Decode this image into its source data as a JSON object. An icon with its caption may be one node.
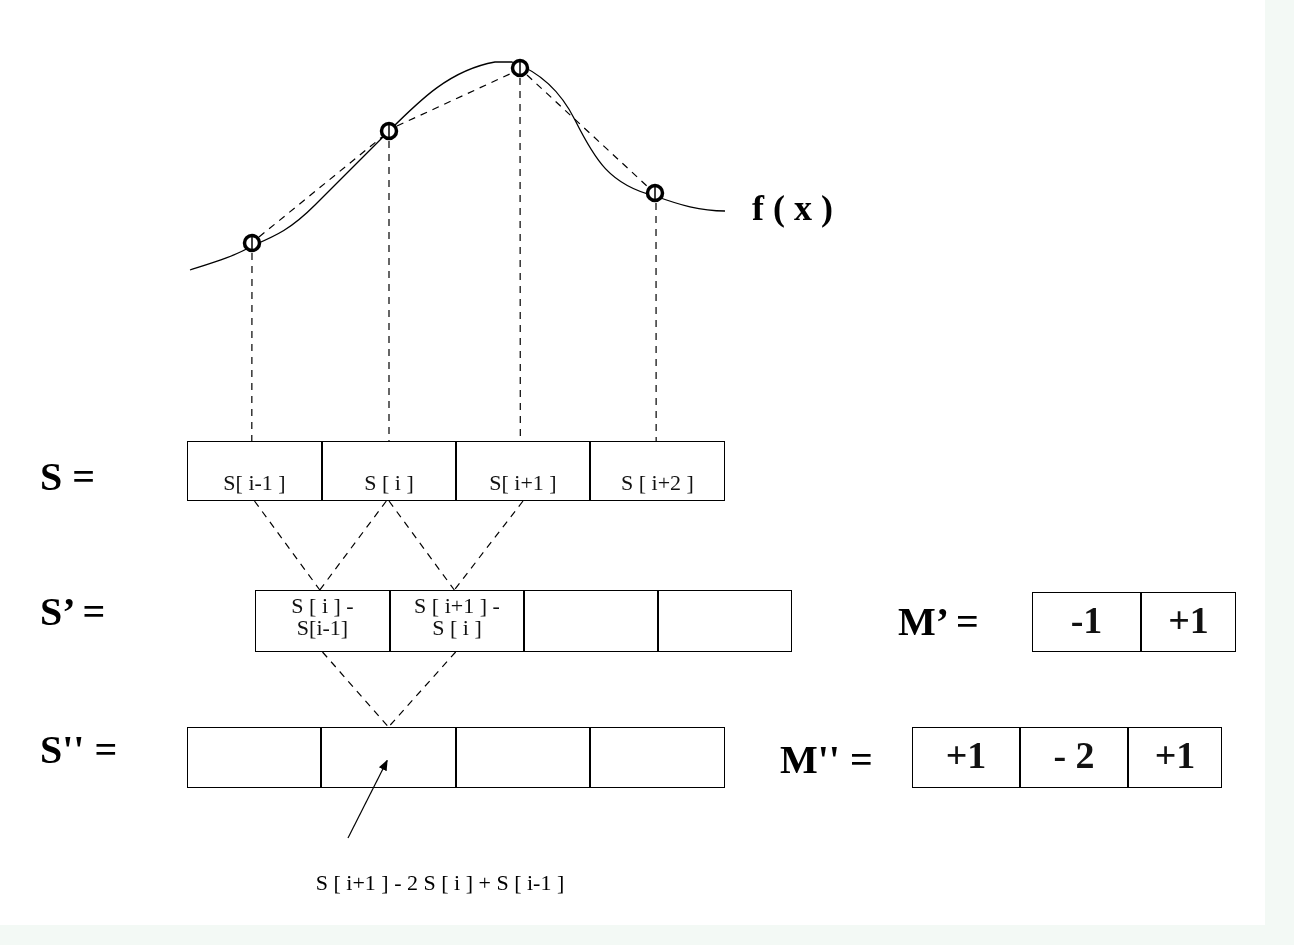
{
  "diagram": {
    "nodes": [
      {
        "text": [],
        "shape": "circle"
      },
      {
        "text": [],
        "shape": "circle"
      },
      {
        "text": [],
        "shape": "circle"
      },
      {
        "text": [],
        "shape": "circle"
      },
      {
        "text": [
          "S[ i-1 ]"
        ]
      },
      {
        "text": [
          "S [ i ]"
        ]
      },
      {
        "text": [
          "S[ i+1 ]"
        ]
      },
      {
        "text": [
          "S [ i+2 ]"
        ]
      },
      {
        "text": [
          "S [ i ] - S[i-1]"
        ]
      },
      {
        "text": [
          "S [ i+1 ] - S [ i ]"
        ]
      },
      {
        "text": [],
        "shape": "box"
      },
      {
        "text": [],
        "shape": "box"
      },
      {
        "text": [],
        "shape": "box"
      },
      {
        "text": [],
        "shape": "box"
      },
      {
        "text": [],
        "shape": "box"
      },
      {
        "text": [],
        "shape": "box"
      },
      {
        "text": [
          "-1"
        ]
      },
      {
        "text": [
          "+1"
        ]
      },
      {
        "text": [
          "+1"
        ]
      },
      {
        "text": [
          "- 2"
        ]
      },
      {
        "text": [
          "+1"
        ]
      },
      {
        "text": [
          "S [ i+1 ] - 2 S [ i ] + S [ i-1 ]"
        ]
      }
    ],
    "edges": [
      {
        "from": 0,
        "to": 1,
        "arrow": "none",
        "style": "dashed"
      },
      {
        "from": 1,
        "to": 2,
        "arrow": "none",
        "style": "dashed"
      },
      {
        "from": 2,
        "to": 3,
        "arrow": "none",
        "style": "dashed"
      },
      {
        "from": 0,
        "to": 4,
        "arrow": "none",
        "style": "dashed"
      },
      {
        "from": 1,
        "to": 5,
        "arrow": "none",
        "style": "dashed"
      },
      {
        "from": 2,
        "to": 6,
        "arrow": "none",
        "style": "dashed"
      },
      {
        "from": 3,
        "to": 7,
        "arrow": "none",
        "style": "dashed"
      },
      {
        "from": 4,
        "to": 8,
        "arrow": "none",
        "style": "dashed"
      },
      {
        "from": 5,
        "to": 8,
        "arrow": "none",
        "style": "dashed"
      },
      {
        "from": 5,
        "to": 9,
        "arrow": "none",
        "style": "dashed"
      },
      {
        "from": 6,
        "to": 9,
        "arrow": "none",
        "style": "dashed"
      },
      {
        "from": 8,
        "to": 13,
        "arrow": "none",
        "style": "dashed"
      },
      {
        "from": 9,
        "to": 13,
        "arrow": "none",
        "style": "dashed"
      },
      {
        "from": 21,
        "to": 13,
        "arrow": "to"
      }
    ],
    "labels": [
      "f ( x )",
      "S  =",
      "S’  =",
      "M’ =",
      "S'' =",
      "M'' ="
    ]
  }
}
